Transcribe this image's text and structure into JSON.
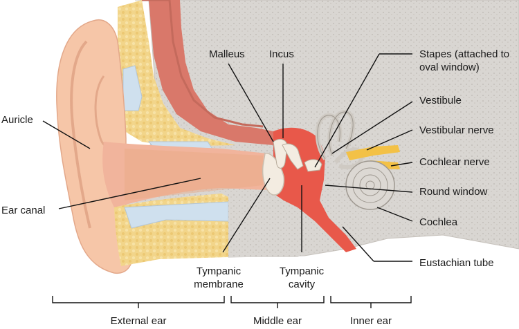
{
  "labels": {
    "auricle": "Auricle",
    "ear_canal": "Ear canal",
    "malleus": "Malleus",
    "incus": "Incus",
    "stapes_line1": "Stapes (attached to",
    "stapes_line2": "oval window)",
    "vestibule": "Vestibule",
    "vestibular_nerve": "Vestibular nerve",
    "cochlear_nerve": "Cochlear nerve",
    "round_window": "Round window",
    "cochlea": "Cochlea",
    "eustachian_tube": "Eustachian tube",
    "tympanic_membrane_line1": "Tympanic",
    "tympanic_membrane_line2": "membrane",
    "tympanic_cavity_line1": "Tympanic",
    "tympanic_cavity_line2": "cavity"
  },
  "regions": {
    "external_ear": "External ear",
    "middle_ear": "Middle ear",
    "inner_ear": "Inner ear"
  },
  "colors": {
    "skin": "#f6c6a8",
    "skin_dark": "#e9a886",
    "canal": "#f1b49c",
    "bone": "#d9d6d2",
    "bone_dark": "#b9b4ae",
    "fat": "#f2d58a",
    "cartilage": "#cfe0ee",
    "cavity_red": "#e8584a",
    "vessel": "#d4766a",
    "nerve": "#f3c146",
    "ossicle": "#f3ece1",
    "line": "#111111"
  }
}
